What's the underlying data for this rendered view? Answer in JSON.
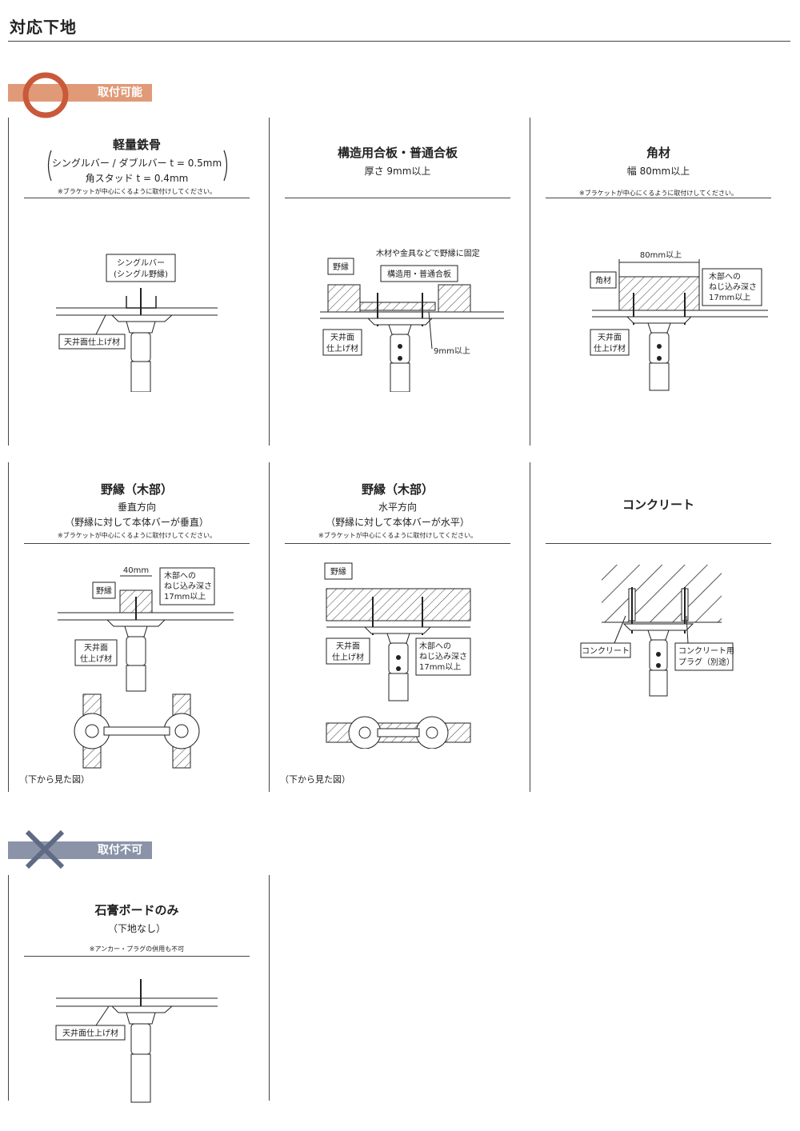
{
  "page": {
    "title": "対応下地"
  },
  "ok_section": {
    "label": "取付可能",
    "color": "#e09a78",
    "circle_color": "#c9593a"
  },
  "ng_section": {
    "label": "取付不可",
    "color": "#8a93a8",
    "cross_color": "#5f6b85"
  },
  "cells": {
    "lgs": {
      "title": "軽量鉄骨",
      "sub1": "シングルバー / ダブルバー t = 0.5mm",
      "sub2": "角スタッド t = 0.4mm",
      "note": "※ブラケットが中心にくるように取付けしてください。",
      "label_bar1": "シングルバー",
      "label_bar2": "(シングル野縁)",
      "label_ceiling": "天井面仕上げ材"
    },
    "plywood": {
      "title": "構造用合板・普通合板",
      "sub": "厚さ 9mm以上",
      "label_fix": "木材や金具などで野縁に固定",
      "label_noburi": "野縁",
      "label_plywood": "構造用・普通合板",
      "label_ceiling1": "天井面",
      "label_ceiling2": "仕上げ材",
      "label_9mm": "9mm以上"
    },
    "kakuzai": {
      "title": "角材",
      "sub": "幅 80mm以上",
      "note": "※ブラケットが中心にくるように取付けしてください。",
      "label_80": "80mm以上",
      "label_kakuzai": "角材",
      "label_depth1": "木部への",
      "label_depth2": "ねじ込み深さ",
      "label_depth3": "17mm以上",
      "label_ceiling1": "天井面",
      "label_ceiling2": "仕上げ材"
    },
    "noburi_v": {
      "title": "野縁（木部）",
      "sub1": "垂直方向",
      "sub2": "（野縁に対して本体バーが垂直）",
      "note": "※ブラケットが中心にくるように取付けしてください。",
      "label_40": "40mm",
      "label_noburi": "野縁",
      "label_depth1": "木部への",
      "label_depth2": "ねじ込み深さ",
      "label_depth3": "17mm以上",
      "label_ceiling1": "天井面",
      "label_ceiling2": "仕上げ材",
      "caption": "（下から見た図）"
    },
    "noburi_h": {
      "title": "野縁（木部）",
      "sub1": "水平方向",
      "sub2": "（野縁に対して本体バーが水平）",
      "note": "※ブラケットが中心にくるように取付けしてください。",
      "label_noburi": "野縁",
      "label_ceiling1": "天井面",
      "label_ceiling2": "仕上げ材",
      "label_depth1": "木部への",
      "label_depth2": "ねじ込み深さ",
      "label_depth3": "17mm以上",
      "caption": "（下から見た図）"
    },
    "concrete": {
      "title": "コンクリート",
      "label_concrete": "コンクリート",
      "label_plug1": "コンクリート用",
      "label_plug2": "プラグ（別途）"
    },
    "gypsum": {
      "title": "石膏ボードのみ",
      "sub": "（下地なし）",
      "note": "※アンカー・プラグの併用も不可",
      "label_ceiling": "天井面仕上げ材"
    }
  }
}
